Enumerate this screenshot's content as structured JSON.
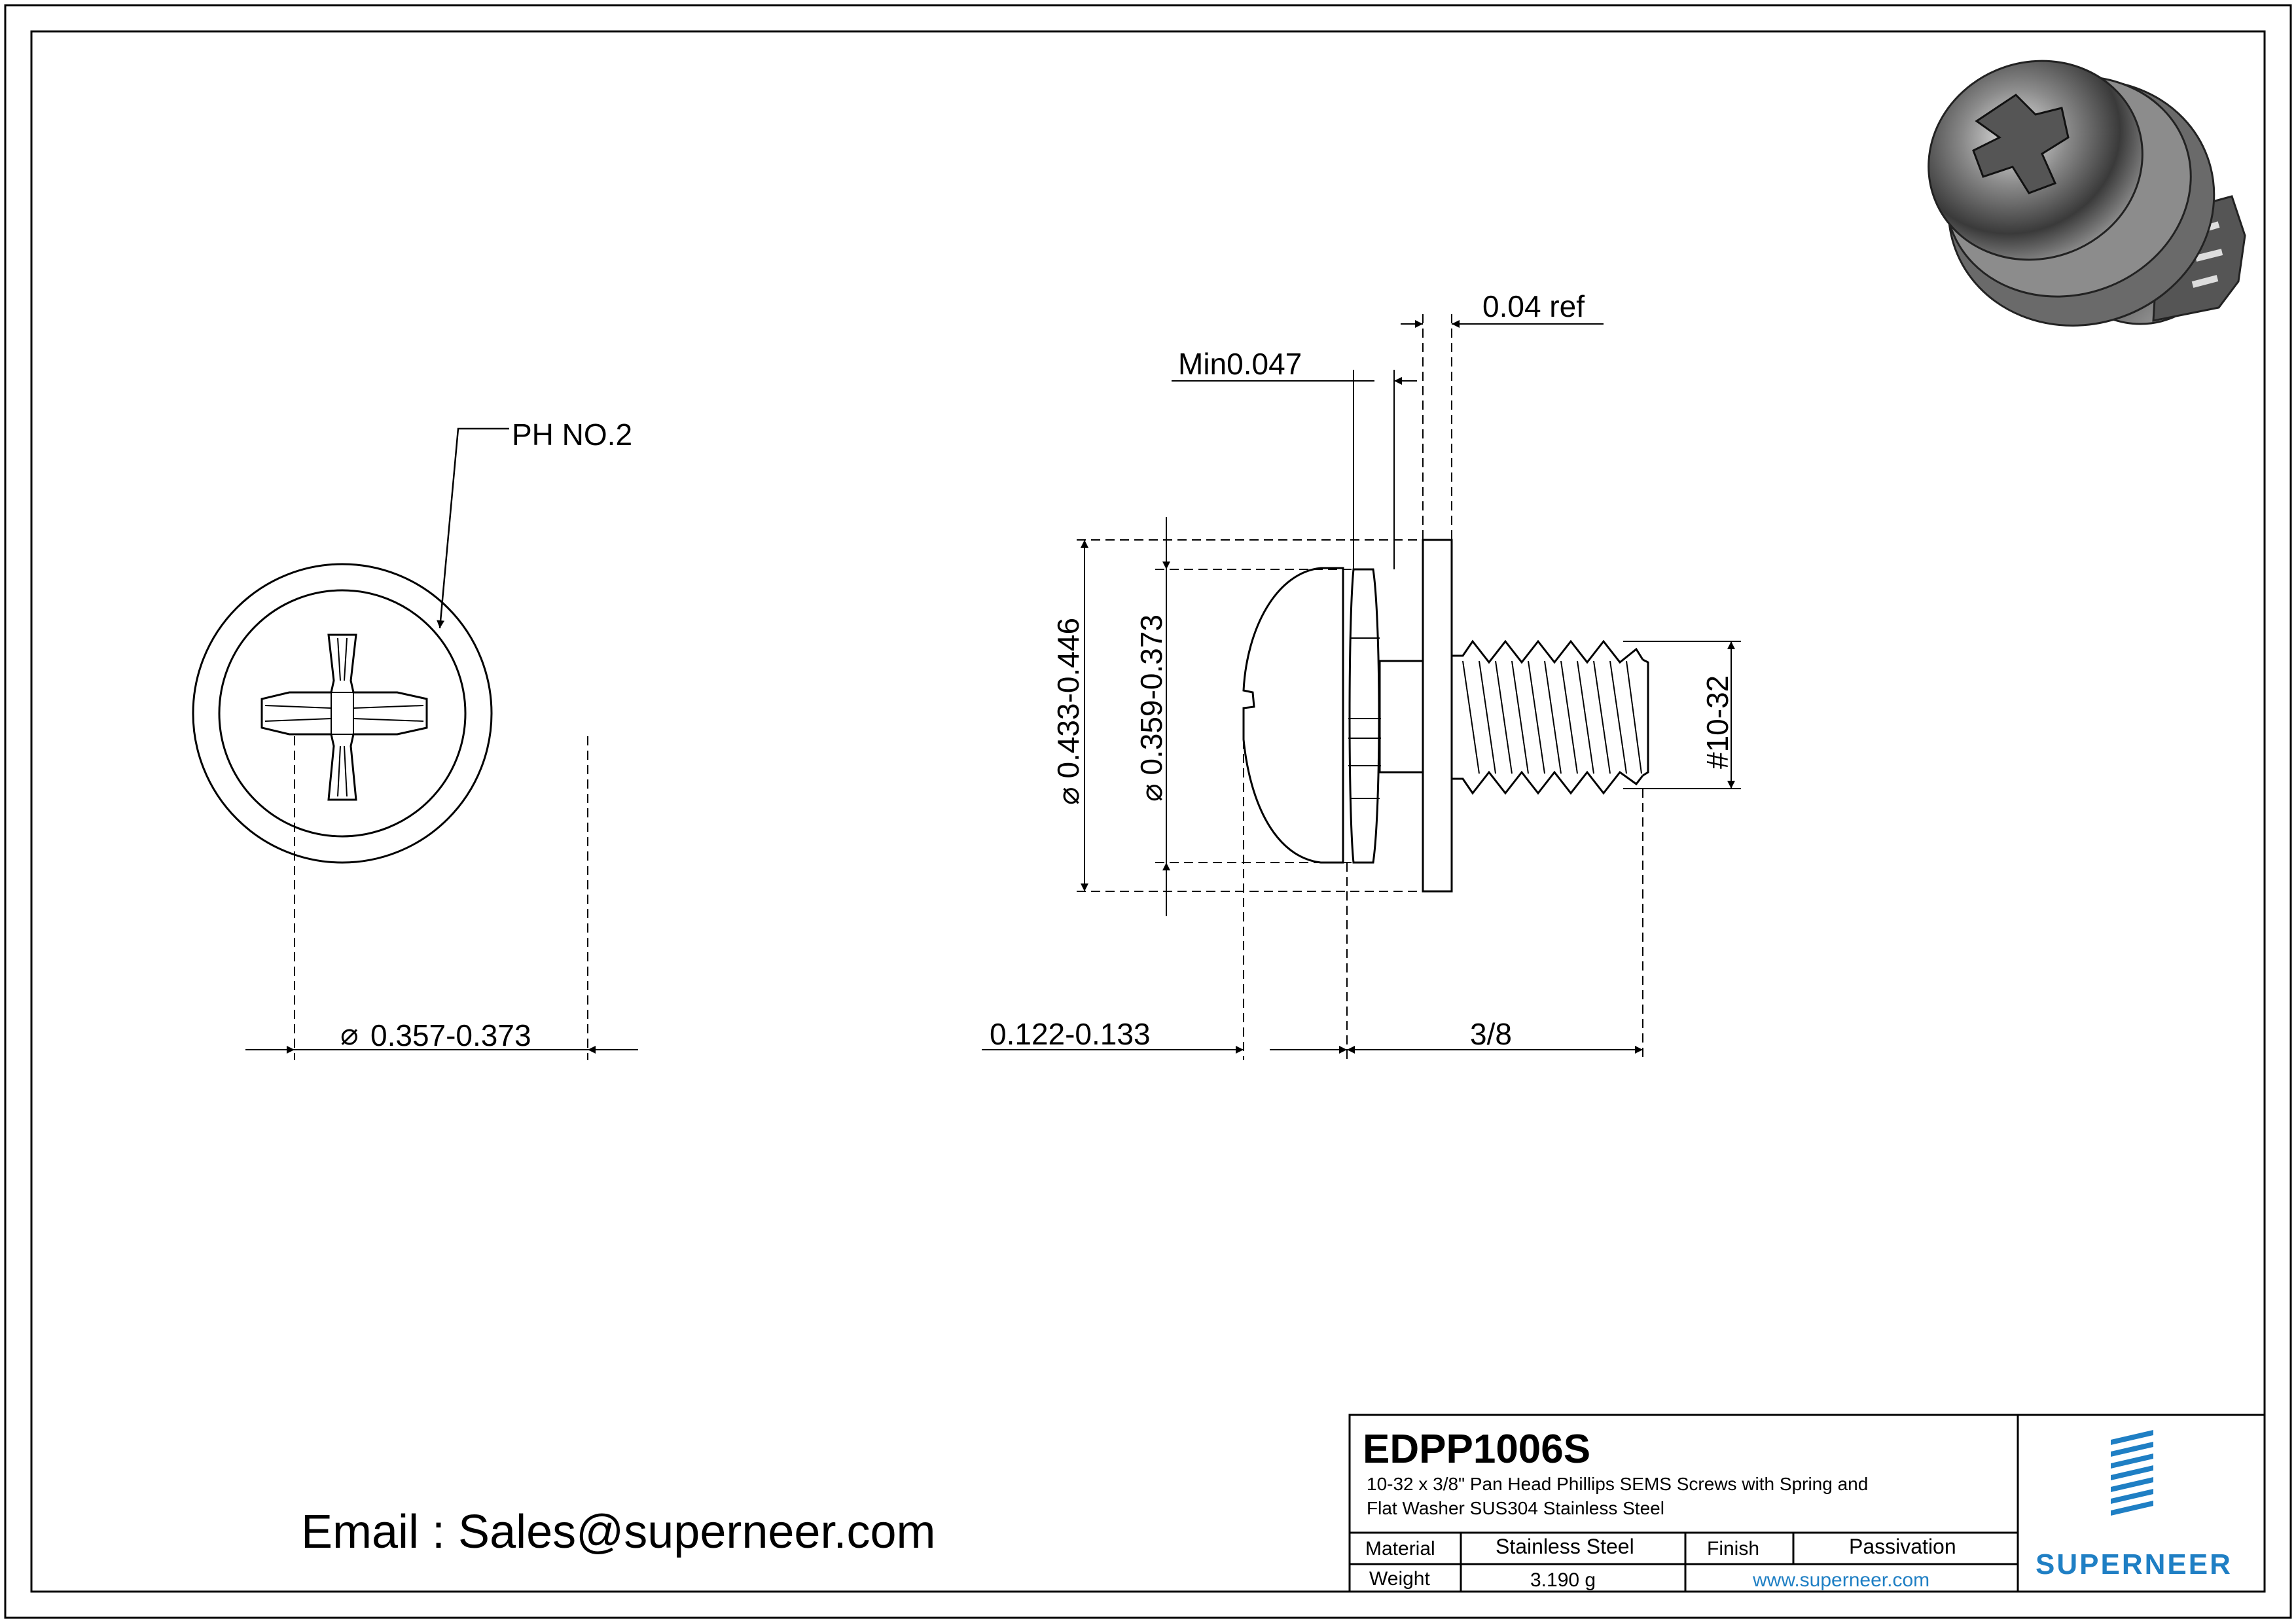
{
  "part": {
    "number": "EDPP1006S",
    "description_line1": "10-32 x 3/8\" Pan Head Phillips SEMS Screws with Spring and",
    "description_line2": "Flat Washer SUS304 Stainless Steel"
  },
  "title_block": {
    "material_label": "Material",
    "material_value": "Stainless Steel",
    "finish_label": "Finish",
    "finish_value": "Passivation",
    "weight_label": "Weight",
    "weight_value": "3.190 g",
    "website": "www.superneer.com",
    "brand": "SUPERNEER"
  },
  "contact": {
    "email": "Email : Sales@superneer.com"
  },
  "dimensions": {
    "drive": "PH NO.2",
    "head_diameter": "0.357-0.373",
    "head_height": "0.122-0.133",
    "length": "3/8",
    "washer_diameter": "0.433-0.446",
    "spring_washer_diameter": "0.359-0.373",
    "thread": "#10-32",
    "spring_washer_min": "Min0.047",
    "flat_washer_ref": "0.04 ref"
  },
  "colors": {
    "brand_blue": "#1f7fc4",
    "line": "#000000"
  },
  "icons": {
    "logo": "superneer-logo-icon",
    "render": "screw-3d-render-icon"
  }
}
